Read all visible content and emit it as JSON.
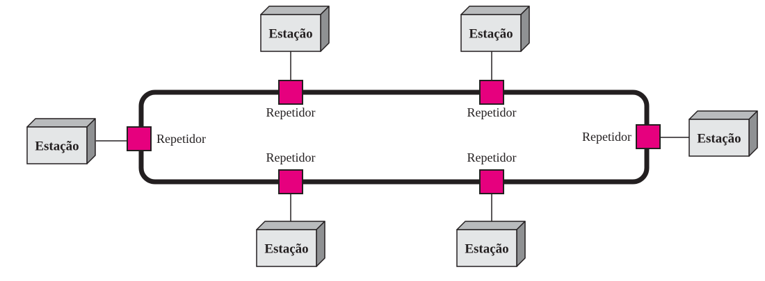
{
  "diagram": {
    "type": "ring-network",
    "colors": {
      "ring": "#231f20",
      "repeater_fill": "#e6007e",
      "station_front": "#e4e6e7",
      "station_top": "#b9bbbd",
      "station_side": "#8f9193",
      "outline": "#231f20"
    },
    "stations": [
      {
        "id": "station-top-left",
        "label": "Estação"
      },
      {
        "id": "station-top-right",
        "label": "Estação"
      },
      {
        "id": "station-left",
        "label": "Estação"
      },
      {
        "id": "station-right",
        "label": "Estação"
      },
      {
        "id": "station-bottom-left",
        "label": "Estação"
      },
      {
        "id": "station-bottom-right",
        "label": "Estação"
      }
    ],
    "repeaters": [
      {
        "id": "repeater-top-left",
        "label": "Repetidor",
        "connects": "station-top-left"
      },
      {
        "id": "repeater-top-right",
        "label": "Repetidor",
        "connects": "station-top-right"
      },
      {
        "id": "repeater-left",
        "label": "Repetidor",
        "connects": "station-left"
      },
      {
        "id": "repeater-right",
        "label": "Repetidor",
        "connects": "station-right"
      },
      {
        "id": "repeater-bottom-left",
        "label": "Repetidor",
        "connects": "station-bottom-left"
      },
      {
        "id": "repeater-bottom-right",
        "label": "Repetidor",
        "connects": "station-bottom-right"
      }
    ]
  }
}
